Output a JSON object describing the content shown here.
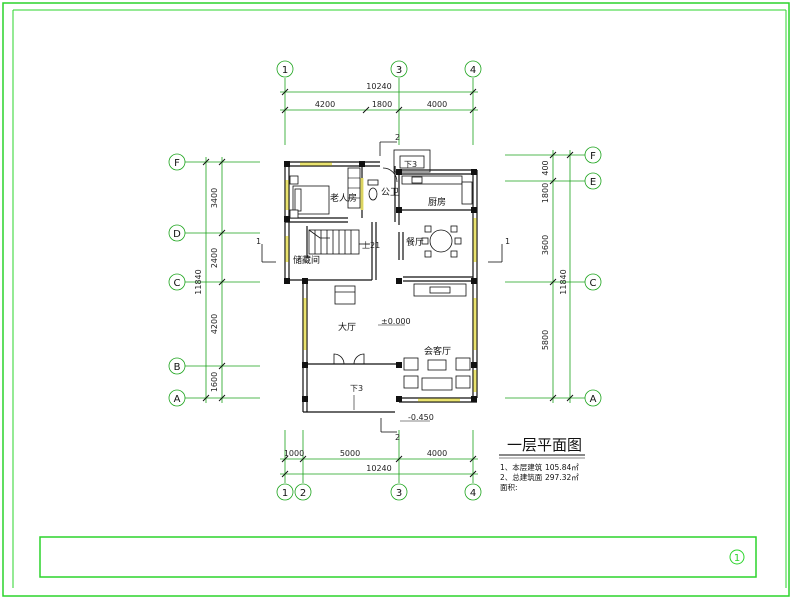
{
  "drawing": {
    "title": "一层平面图",
    "frame_color": "#2bd42b",
    "grid_color": "#1aa31a",
    "wall_color": "#111111",
    "window_color": "#f2f08a",
    "sheet_number": "1",
    "section_mark": "1",
    "notes": [
      "1、本层建筑",
      "2、总建筑面",
      "面积:"
    ],
    "note_values": [
      "105.84㎡",
      "297.32㎡"
    ]
  },
  "axes": {
    "top": [
      "1",
      "3",
      "4"
    ],
    "bottom": [
      "1",
      "2",
      "3",
      "4"
    ],
    "left": [
      "F",
      "D",
      "C",
      "B",
      "A"
    ],
    "right": [
      "F",
      "E",
      "C",
      "A"
    ]
  },
  "dimensions": {
    "top_total": "10240",
    "top_segments": [
      "4200",
      "1800",
      "4000"
    ],
    "bottom_segments": [
      "1000",
      "5000",
      "4000"
    ],
    "bottom_total": "10240",
    "left_segments": [
      "3400",
      "2400",
      "4200",
      "1600"
    ],
    "left_total": "11840",
    "right_segments": [
      "400",
      "1800",
      "3600",
      "5800"
    ],
    "right_total": "11840"
  },
  "rooms": {
    "elder_room": "老人房",
    "public_wc": "公卫",
    "kitchen": "厨房",
    "dining": "餐厅",
    "storage": "储藏间",
    "hall": "大厅",
    "living": "会客厅",
    "stair_label": "上21",
    "down3_top": "下3",
    "down3_bottom": "下3",
    "level_main": "±0.000",
    "level_entry": "-0.450",
    "marker_2": "2"
  }
}
